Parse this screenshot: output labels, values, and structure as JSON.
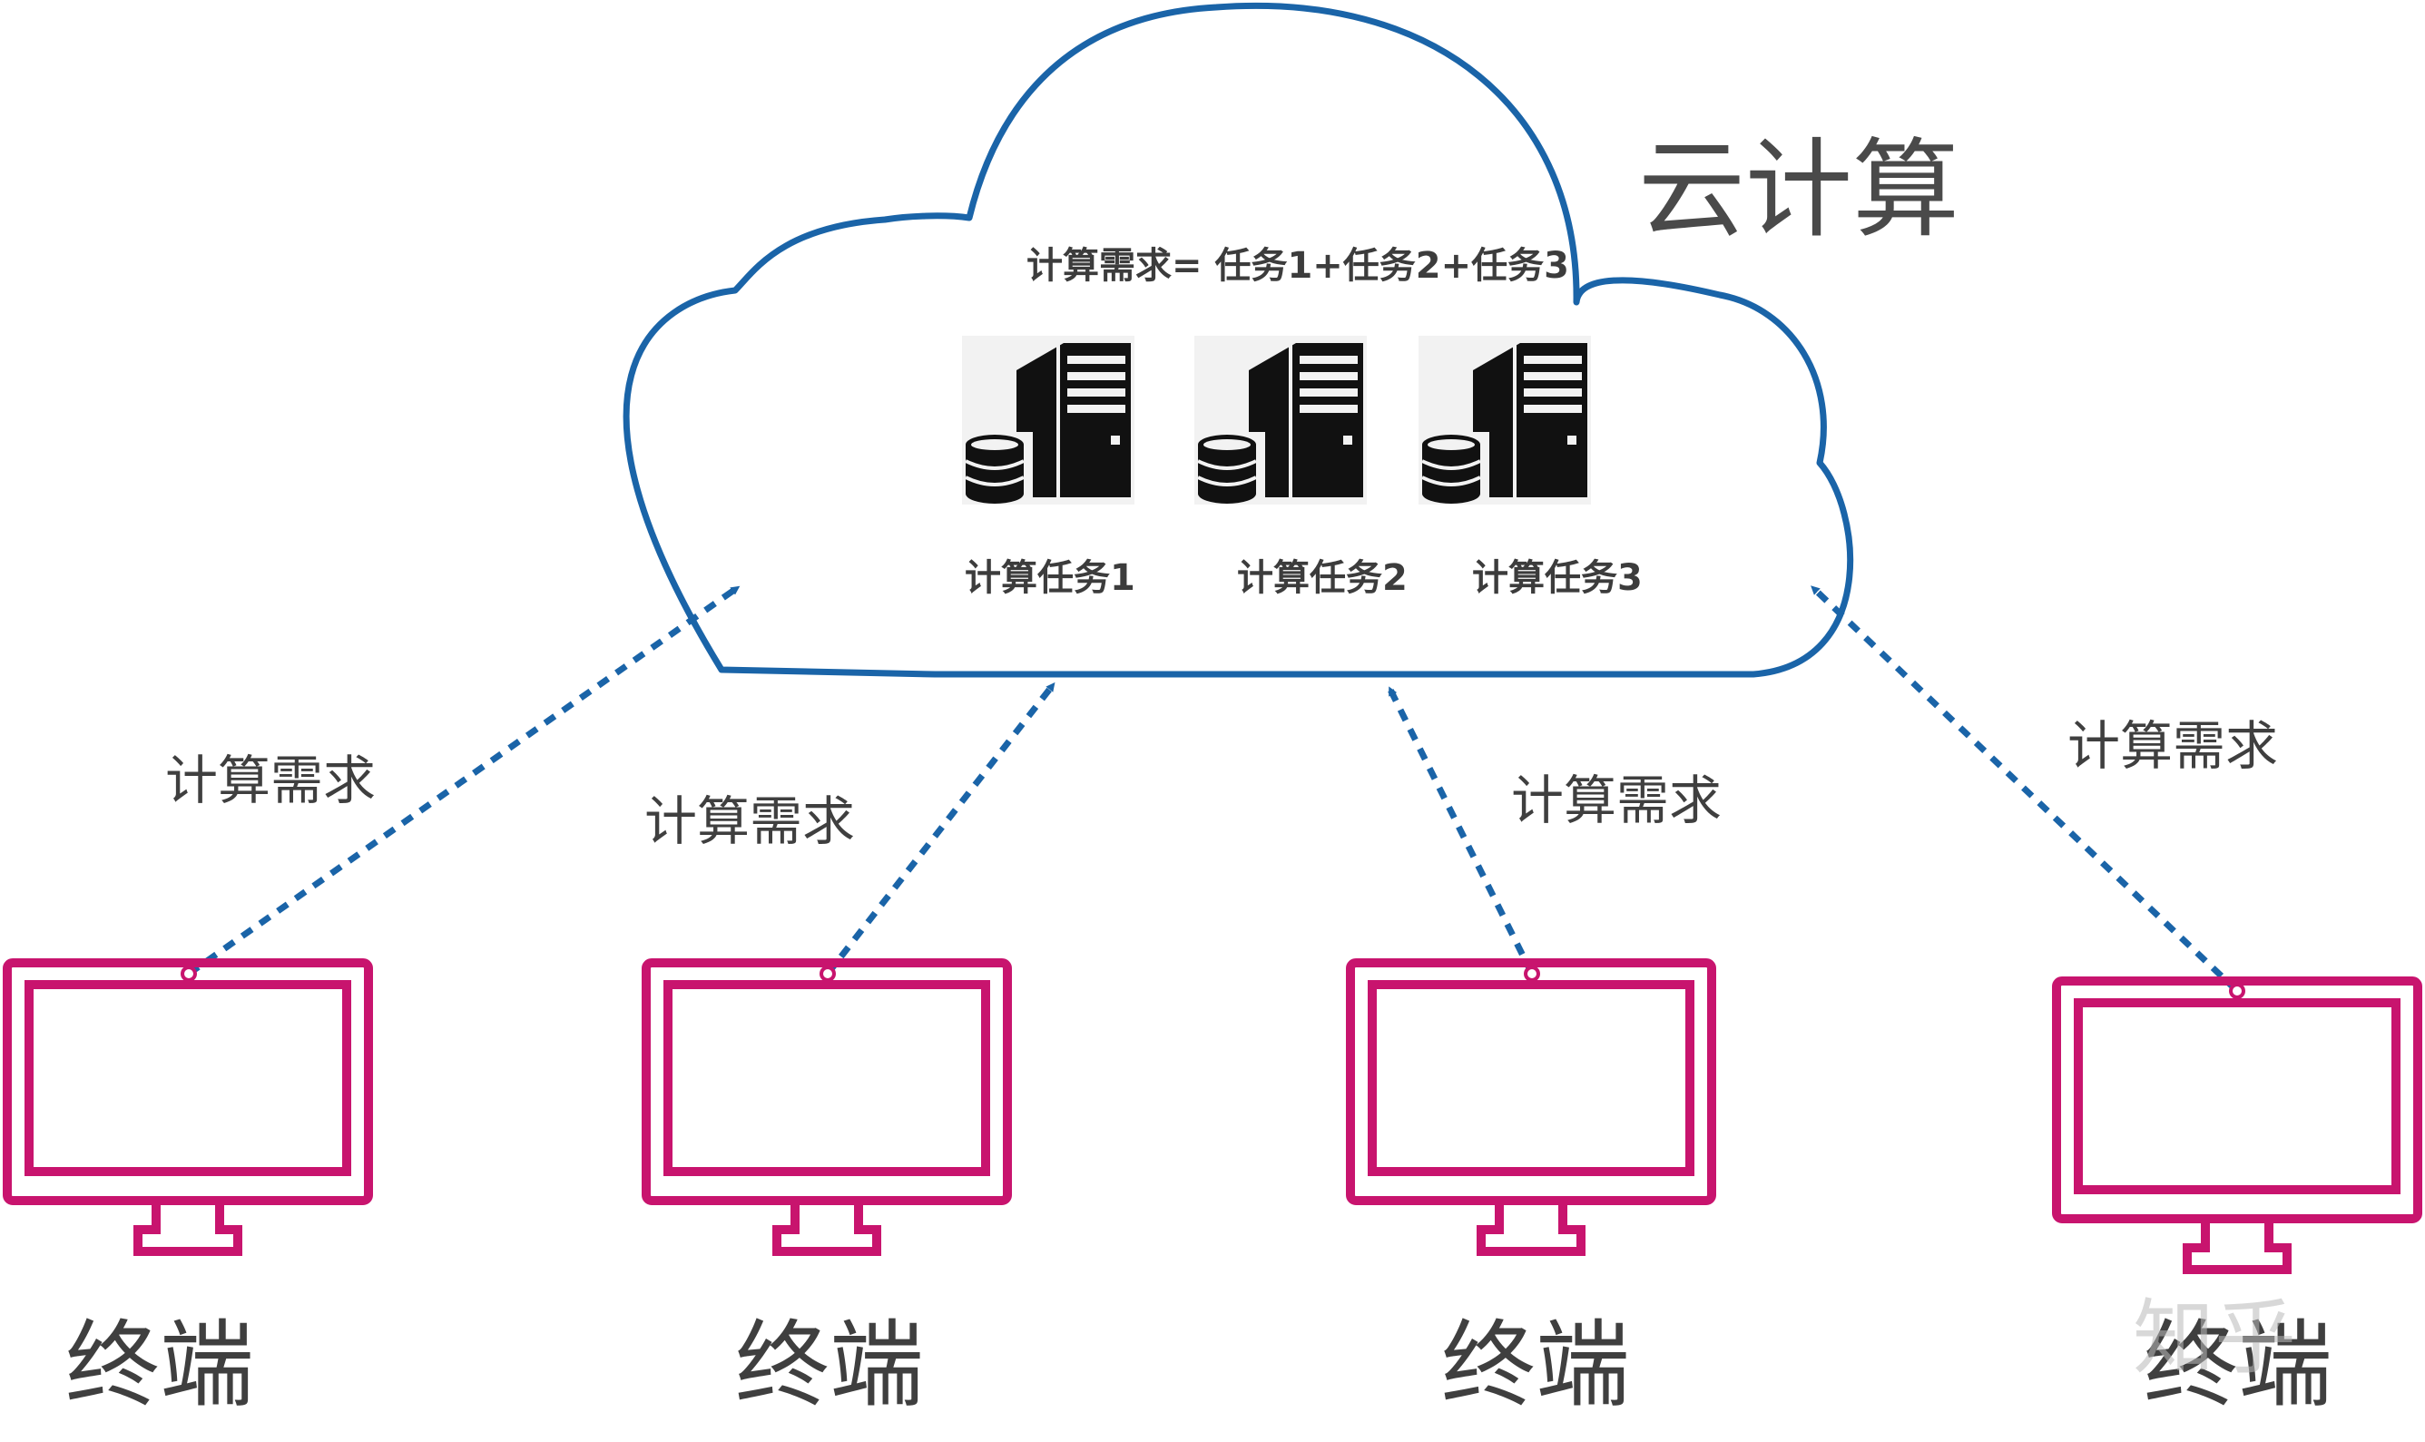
{
  "cloud": {
    "title": "云计算",
    "formula": "计算需求= 任务1+任务2+任务3",
    "tasks": [
      {
        "label": "计算任务1",
        "icon": "server-database-icon"
      },
      {
        "label": "计算任务2",
        "icon": "server-database-icon"
      },
      {
        "label": "计算任务3",
        "icon": "server-database-icon"
      }
    ]
  },
  "links": [
    {
      "label": "计算需求"
    },
    {
      "label": "计算需求"
    },
    {
      "label": "计算需求"
    },
    {
      "label": "计算需求"
    }
  ],
  "terminals": [
    {
      "label": "终端",
      "icon": "monitor-icon"
    },
    {
      "label": "终端",
      "icon": "monitor-icon"
    },
    {
      "label": "终端",
      "icon": "monitor-icon"
    },
    {
      "label": "终端",
      "icon": "monitor-icon"
    }
  ],
  "watermark": "知乎",
  "colors": {
    "cloud_stroke": "#1a64a8",
    "arrow": "#1a64a8",
    "monitor": "#c8146e",
    "server": "#111111",
    "text": "#3f3f3f"
  }
}
